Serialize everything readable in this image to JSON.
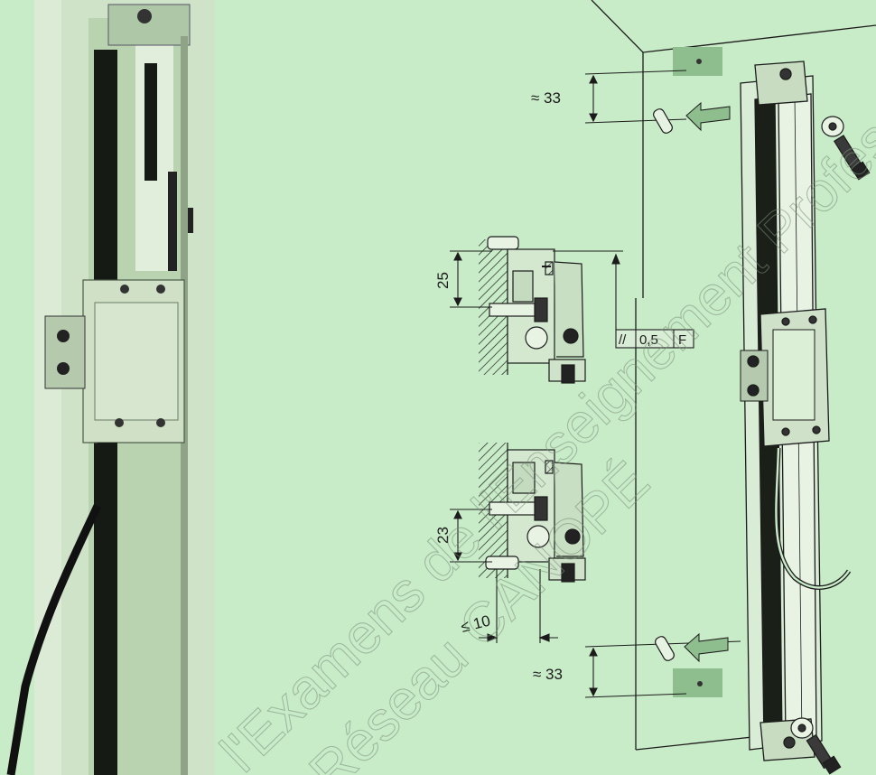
{
  "dimensions": {
    "top_spacing": "≈ 33",
    "bottom_spacing": "≈ 33",
    "upper_bracket_height": "25",
    "lower_bracket_height": "23",
    "mounting_gap": "≤ 10"
  },
  "tolerance_frame": {
    "symbol": "//",
    "value": "0,5",
    "datum": "F"
  },
  "watermark": {
    "line1": "l'Examens de l'Enseignement Profes",
    "line2": "Réseau CANOPÉ"
  },
  "colors": {
    "background": "#c9ecc8",
    "line": "#1c1c1c",
    "highlight": "#8fbe8e",
    "photo_body": "#bdd4b3",
    "photo_dark": "#161a14"
  }
}
